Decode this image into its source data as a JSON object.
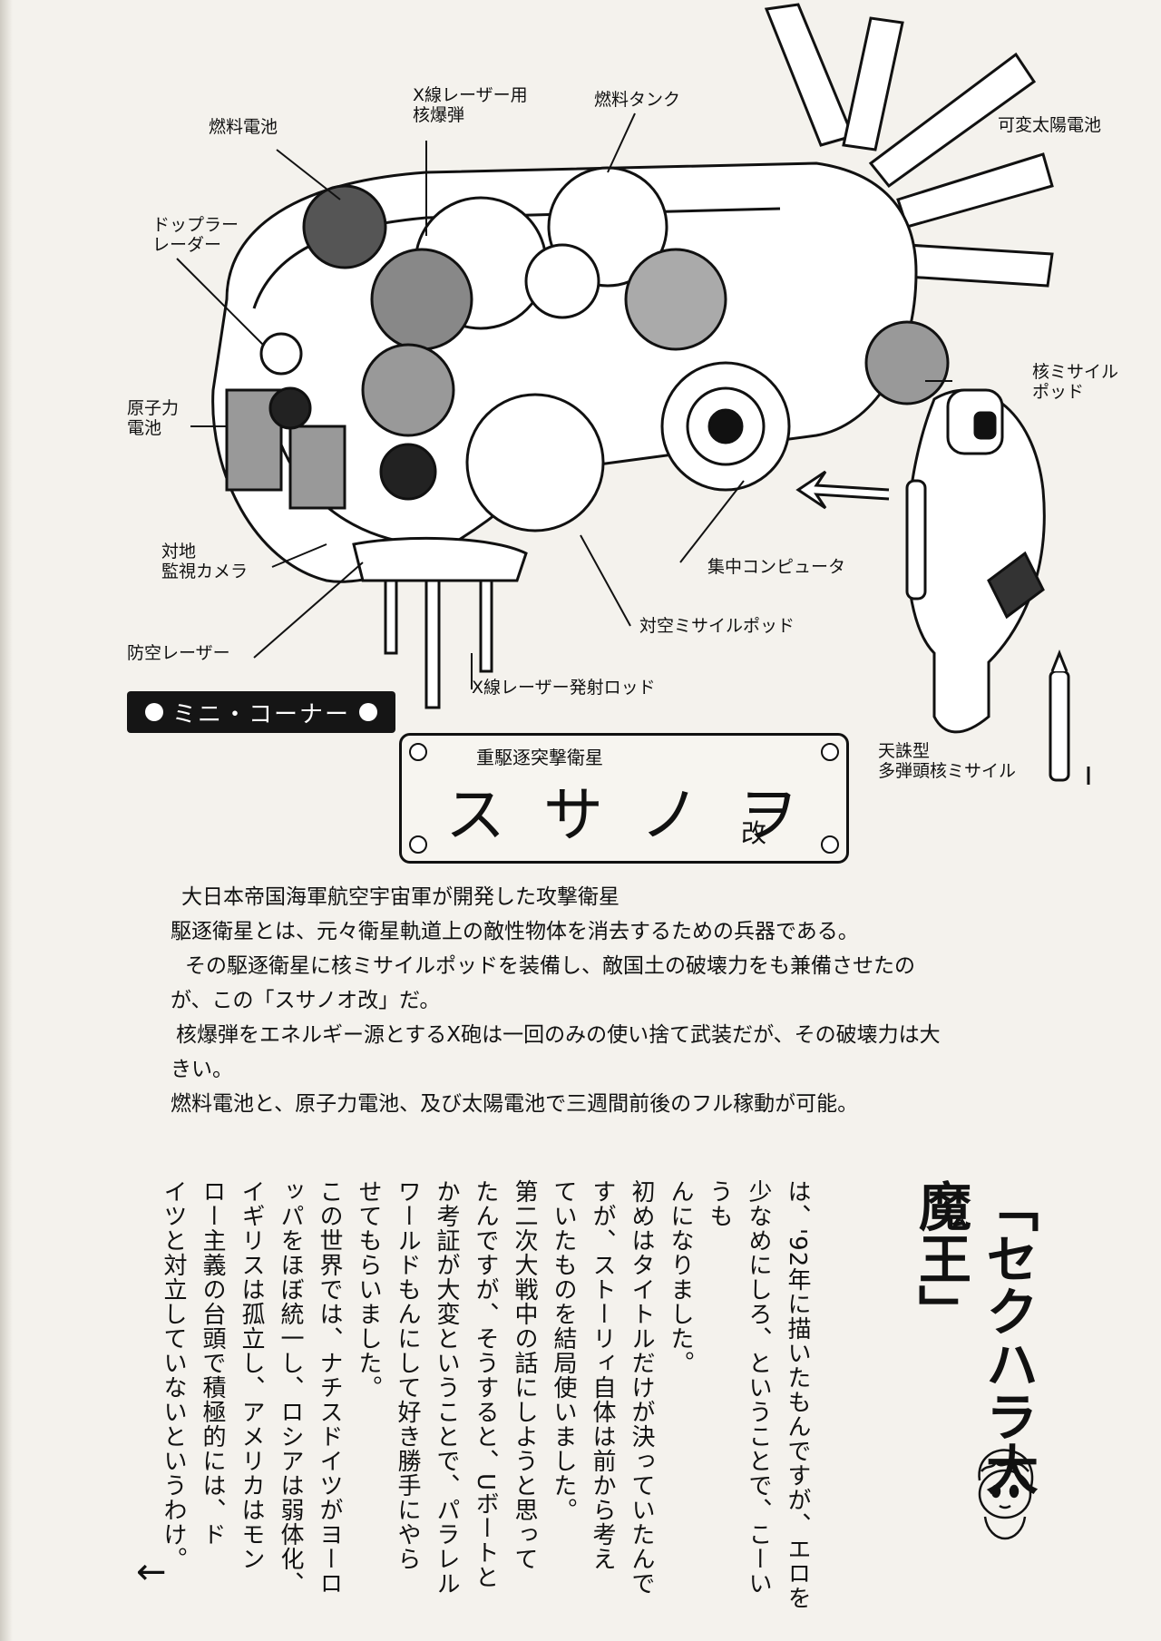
{
  "labels": {
    "fuel_cell": "燃料電池",
    "x_laser_warhead": "X線レーザー用\n核爆弾",
    "fuel_tank": "燃料タンク",
    "solar_battery": "可変太陽電池",
    "doppler_radar": "ドップラー\nレーダー",
    "atomic_battery": "原子力\n電池",
    "nuclear_missile_pod": "核ミサイル\nポッド",
    "ground_camera": "対地\n監視カメラ",
    "computer": "集中コンピュータ",
    "aa_missile_pod": "対空ミサイルポッド",
    "aa_laser": "防空レーザー",
    "x_laser_rod": "X線レーザー発射ロッド",
    "mirv_missile": "天誅型\n多弾頭核ミサイル"
  },
  "corner": {
    "label": "ミニ・コーナー"
  },
  "plate": {
    "subtitle": "重駆逐突撃衛星",
    "name": "スサノヲ",
    "suffix": "改"
  },
  "description": [
    "大日本帝国海軍航空宇宙軍が開発した攻撃衛星",
    "駆逐衛星とは、元々衛星軌道上の敵性物体を消去するための兵器である。",
    "その駆逐衛星に核ミサイルポッドを装備し、敵国土の破壊力をも兼備させたの",
    "が、この「スサノオ改」だ。",
    "核爆弾をエネルギー源とするX砲は一回のみの使い捨て武装だが、その破壊力は大",
    "きい。",
    "燃料電池と、原子力電池、及び太陽電池で三週間前後のフル稼動が可能。"
  ],
  "column": {
    "title": "「セクハラ大魔王」",
    "lines": [
      "は、'92年に描いたもんですが、エロを",
      "少なめにしろ、ということで、こーいうも",
      "んになりました。",
      "初めはタイトルだけが決っていたんで",
      "すが、ストーリィ自体は前から考え",
      "ていたものを結局使いました。",
      "第二次大戦中の話にしようと思って",
      "たんですが、そうすると、Uボートと",
      "か考証が大変ということで、パラレル",
      "ワールドもんにして好き勝手にやら",
      "せてもらいました。",
      "この世界では、ナチスドイツがヨーロ",
      "ッパをほぼ統一し、ロシアは弱体化、",
      "イギリスは孤立し、アメリカはモン",
      "ロー主義の台頭で積極的には、ド",
      "イツと対立していないというわけ。"
    ]
  },
  "nav": {
    "arrow": "←"
  }
}
